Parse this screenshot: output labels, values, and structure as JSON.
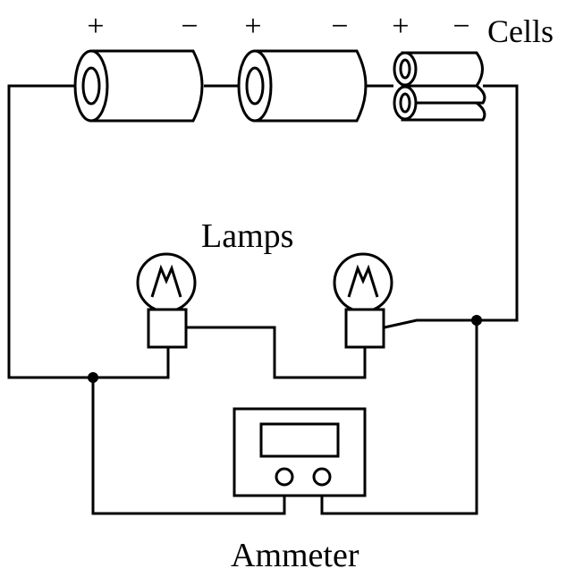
{
  "labels": {
    "cells": "Cells",
    "lamps": "Lamps",
    "ammeter": "Ammeter"
  },
  "polarity": {
    "positive": "+",
    "negative": "−"
  }
}
